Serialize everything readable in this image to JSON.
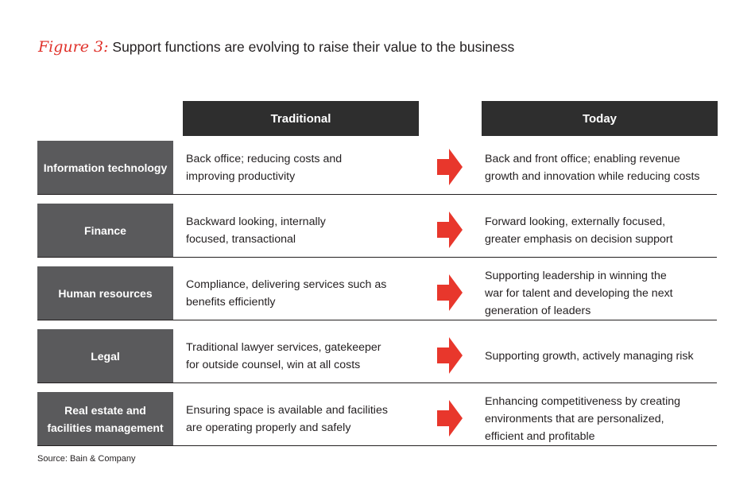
{
  "title": {
    "figure_label": "Figure 3:",
    "text": "Support functions are evolving to raise their value to the business"
  },
  "columns": {
    "traditional": "Traditional",
    "today": "Today"
  },
  "rows": [
    {
      "label": "Information technology",
      "traditional": "Back office; reducing costs and\nimproving productivity",
      "today": "Back and front office; enabling revenue\ngrowth and innovation while reducing costs"
    },
    {
      "label": "Finance",
      "traditional": "Backward looking, internally\nfocused, transactional",
      "today": "Forward looking, externally focused,\ngreater emphasis on decision support"
    },
    {
      "label": "Human resources",
      "traditional": "Compliance, delivering services such as\nbenefits efficiently",
      "today": "Supporting leadership in winning the\nwar for talent and developing the next\ngeneration of leaders"
    },
    {
      "label": "Legal",
      "traditional": "Traditional lawyer services, gatekeeper\nfor outside counsel, win at all costs",
      "today": "Supporting growth, actively managing risk"
    },
    {
      "label": "Real estate and\nfacilities management",
      "traditional": "Ensuring space is available and facilities\nare operating properly and safely",
      "today": "Enhancing competitiveness by creating\nenvironments that are personalized,\nefficient and profitable"
    }
  ],
  "source": "Source: Bain & Company",
  "colors": {
    "accent": "#e8372c",
    "header_bg": "#2e2e2e",
    "row_label_bg": "#5a5a5c"
  }
}
